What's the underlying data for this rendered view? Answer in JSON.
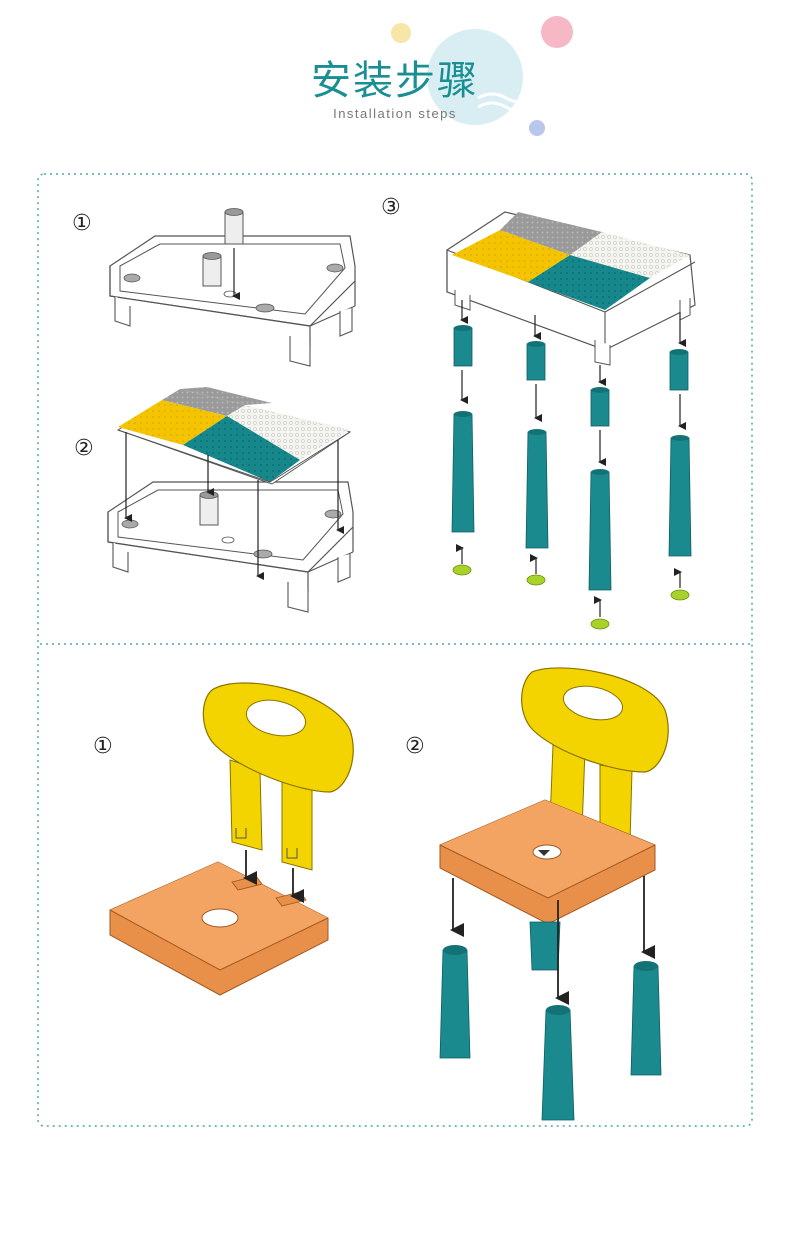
{
  "header": {
    "title": "安装步骤",
    "subtitle": "Installation steps"
  },
  "table_section": {
    "steps": [
      "①",
      "②",
      "③"
    ]
  },
  "chair_section": {
    "steps": [
      "①",
      "②"
    ]
  },
  "colors": {
    "accent": "#1a8f93",
    "yellow": "#f5c400",
    "teal": "#1a8a8f",
    "gray": "#9a9a9a",
    "orange": "#f4a05d",
    "lime": "#a8d12a",
    "dotted": "#4aa7ad"
  }
}
